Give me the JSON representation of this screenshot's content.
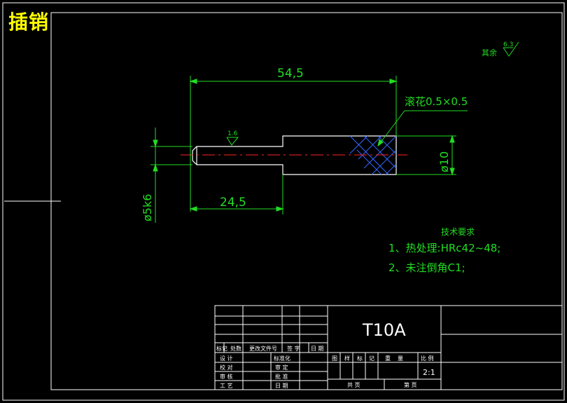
{
  "drawing": {
    "part_name": "插销",
    "material": "T10A",
    "scale": "2:1",
    "roughness_other_label": "其余",
    "roughness_other_value": "6.3",
    "roughness_surface_value": "1.6",
    "dim_overall_length": "54,5",
    "dim_small_length": "24,5",
    "dim_large_dia": "ø10",
    "dim_small_dia": "ø5k6",
    "knurl_note": "滚花0.5×0.5"
  },
  "tech_requirements": {
    "title": "技术要求",
    "items": [
      "1、热处理:HRc42~48;",
      "2、未注倒角C1;"
    ]
  },
  "title_block": {
    "row_labels": [
      "标记",
      "处数",
      "更改文件号",
      "签 字",
      "日 期"
    ],
    "left_labels": [
      "设 计",
      "校 对",
      "审 核",
      "工 艺"
    ],
    "mid_labels": [
      "标准化",
      "审 定",
      "批 准",
      "日 期"
    ],
    "stage_labels": [
      "图",
      "样",
      "标",
      "记",
      "重",
      "量"
    ],
    "scale_label": "比 例",
    "sheet_total": "共 页",
    "sheet_num": "第 页"
  },
  "colors": {
    "background": "#000000",
    "lines": "#ffffff",
    "dimensions": "#22dd22",
    "centerline": "#ff2222",
    "hatch": "#3366ff",
    "title": "#ffff00"
  }
}
